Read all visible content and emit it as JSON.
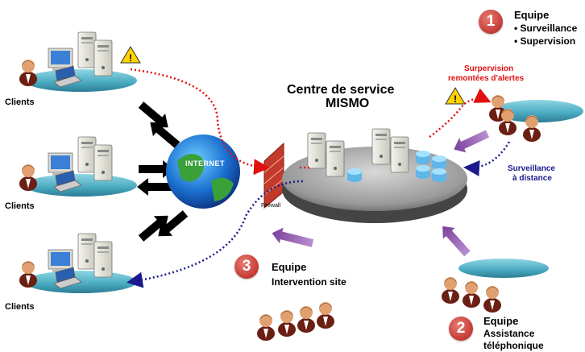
{
  "clients": {
    "top_label": "Clients",
    "mid_label": "Clients",
    "bottom_label": "Clients"
  },
  "internet": {
    "label": "INTERNET"
  },
  "firewall": {
    "label": "Firewall"
  },
  "center": {
    "title_line1": "Centre de service",
    "title_line2": "MISMO"
  },
  "flows": {
    "supervision_line1": "Surpervision",
    "supervision_line2": "remontées d'alertes",
    "surveillance_line1": "Surveillance",
    "surveillance_line2": "à distance"
  },
  "team1": {
    "number": "1",
    "title": "Equipe",
    "item1": "• Surveillance",
    "item2": "• Supervision"
  },
  "team2": {
    "number": "2",
    "title": "Equipe",
    "line1": "Assistance",
    "line2": "téléphonique"
  },
  "team3": {
    "number": "3",
    "title": "Equipe",
    "line1": "Intervention site"
  },
  "colors": {
    "alert_red": "#e01010",
    "remote_blue": "#1a1a8c",
    "badge_red": "#c33a34",
    "arrow_purple": "#9a5fb0"
  }
}
